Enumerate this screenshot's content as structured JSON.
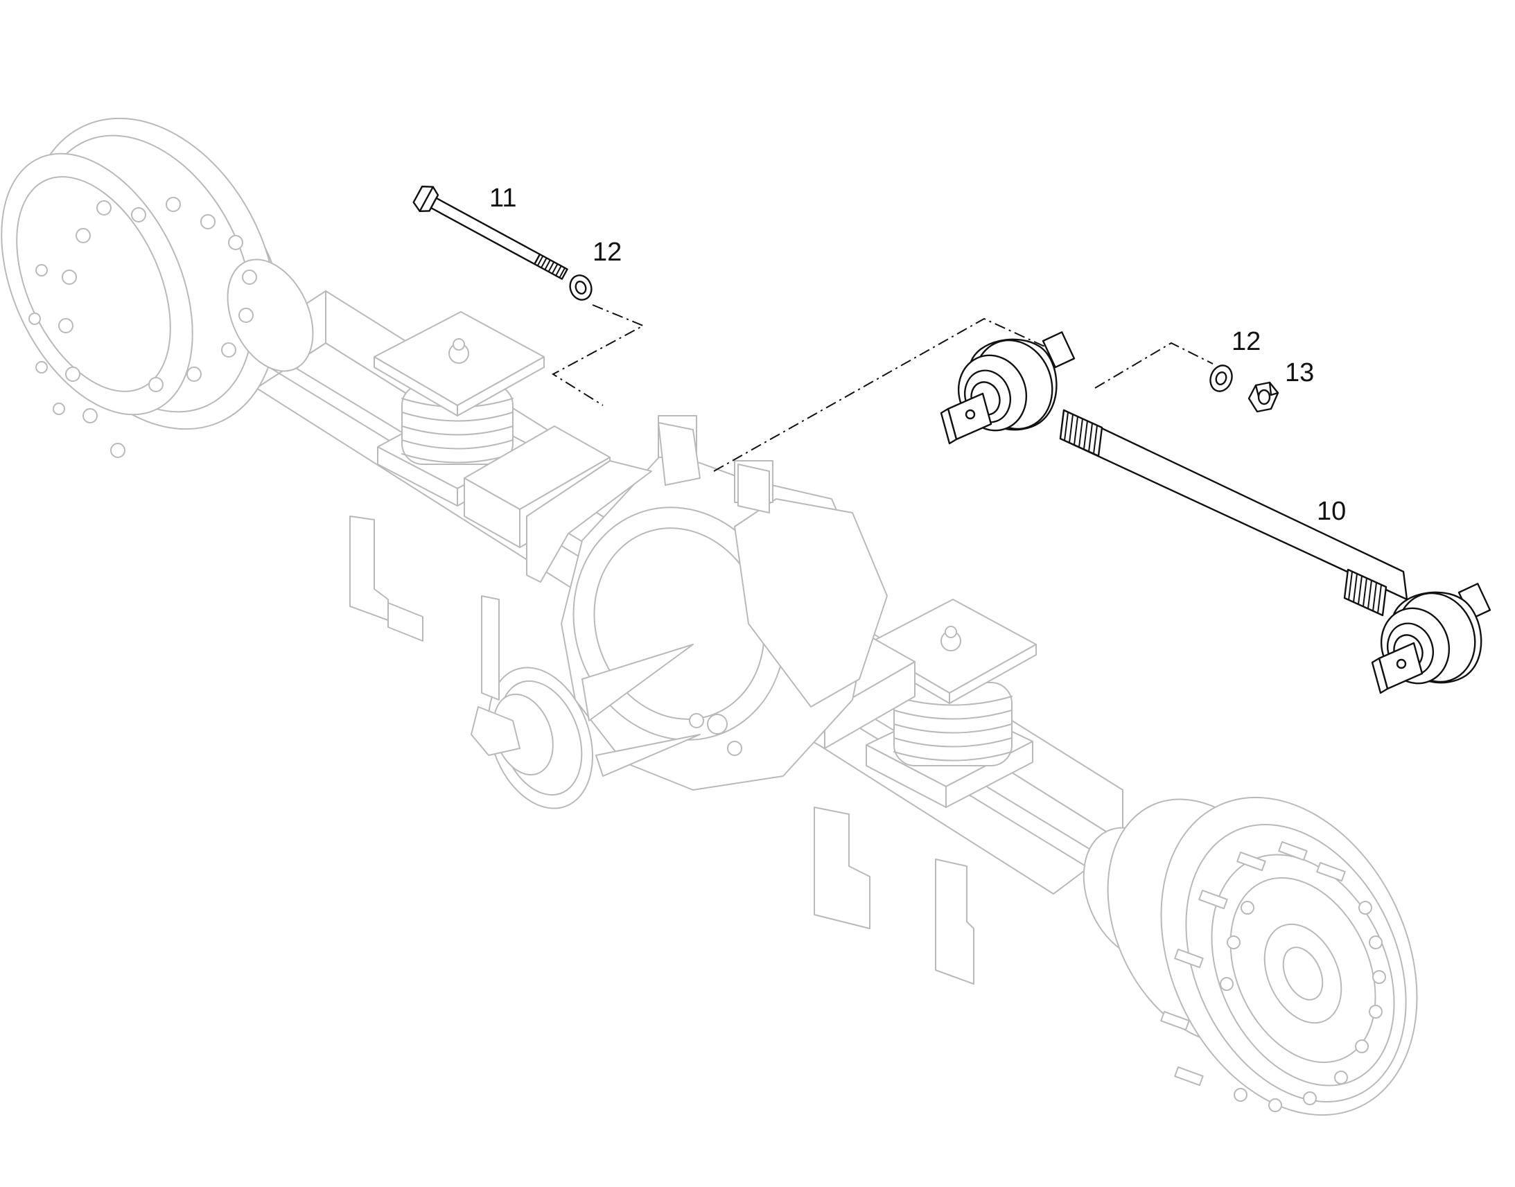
{
  "callouts": {
    "rod_label": "10",
    "bolt_label": "11",
    "washer_upper_label": "12",
    "washer_right_label": "12",
    "nut_label": "13"
  },
  "colors": {
    "background": "#ffffff",
    "part_outline": "#111111",
    "context_outline": "#b9b9b9"
  }
}
